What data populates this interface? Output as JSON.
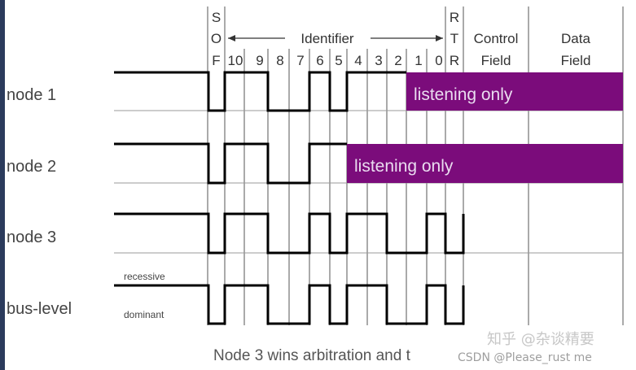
{
  "header": {
    "sof": [
      "S",
      "O",
      "F"
    ],
    "identifier_label": "Identifier",
    "rtr": [
      "R",
      "T",
      "R"
    ],
    "control": [
      "Control",
      "Field"
    ],
    "data": [
      "Data",
      "Field"
    ],
    "bits": [
      "10",
      "9",
      "8",
      "7",
      "6",
      "5",
      "4",
      "3",
      "2",
      "1",
      "0"
    ]
  },
  "rows": {
    "node1": "node 1",
    "node2": "node 2",
    "node3": "node 3",
    "bus": "bus-level"
  },
  "levels": {
    "recessive": "recessive",
    "dominant": "dominant"
  },
  "overlays": {
    "node1_listening": "listening only",
    "node2_listening": "listening only",
    "color": "#7b0c7b"
  },
  "caption": "Node 3 wins arbitration and t",
  "watermark": {
    "zh": "知乎 @杂谈精要",
    "csdn": "CSDN @Please_rust me"
  }
}
